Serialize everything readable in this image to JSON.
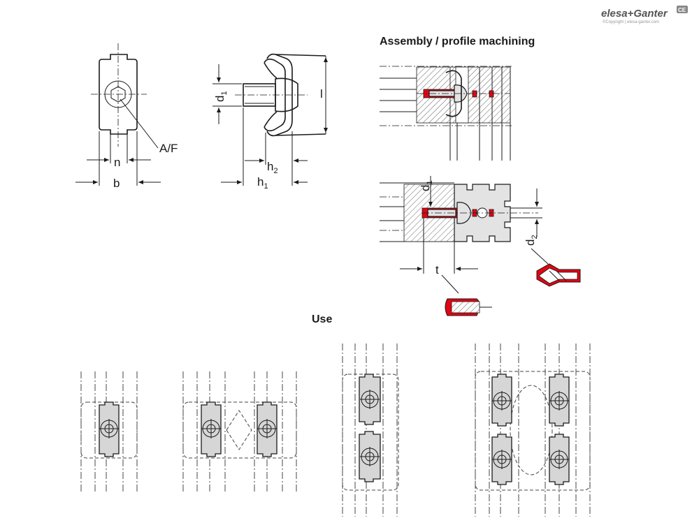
{
  "brand": {
    "name_left": "elesa",
    "name_plus": "+",
    "name_right": "Ganter",
    "copyright": "©Copyright | elesa-ganter.com",
    "badge": "CE"
  },
  "headings": {
    "assembly": "Assembly / profile machining",
    "use": "Use"
  },
  "dimensions": {
    "n": "n",
    "b": "b",
    "af": "A/F",
    "d1_base": "d",
    "d1_sub": "1",
    "l": "l",
    "h2_base": "h",
    "h2_sub": "2",
    "h1_base": "h",
    "h1_sub": "1",
    "d2_base": "d",
    "d2_sub": "2",
    "t": "t"
  }
}
